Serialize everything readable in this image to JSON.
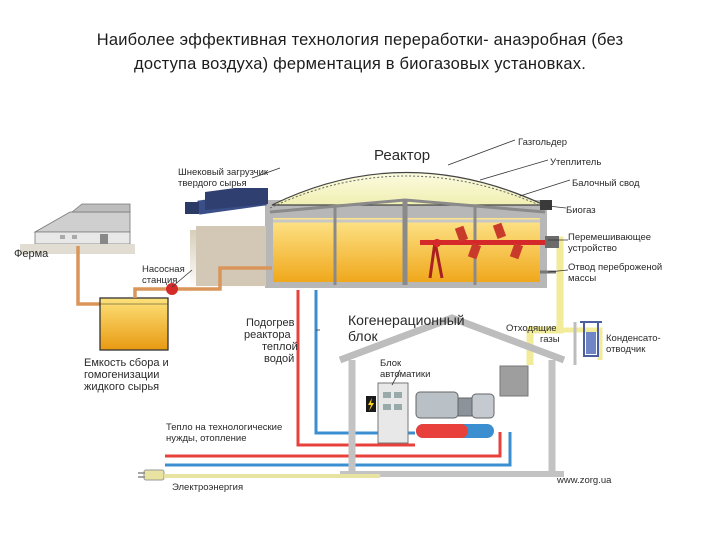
{
  "title": {
    "line1": "Наиболее эффективная технология переработки- анаэробная (без",
    "line2": "доступа воздуха) ферментация в биогазовых установках."
  },
  "labels": {
    "reactor": "Реактор",
    "gasholder": "Газгольдер",
    "insulation": "Утеплитель",
    "beam_vault": "Балочный свод",
    "biogas": "Биогаз",
    "mixer_1": "Перемешивающее",
    "mixer_2": "устройство",
    "outlet_1": "Отвод переброженой",
    "outlet_2": "массы",
    "screw_loader_1": "Шнековый загрузчик",
    "screw_loader_2": "твердого сырья",
    "farm": "Ферма",
    "pump_1": "Насосная",
    "pump_2": "станция",
    "tank_1": "Емкость сбора и",
    "tank_2": "гомогенизации",
    "tank_3": "жидкого сырья",
    "heating_1": "Подогрев",
    "heating_2": "реактора",
    "heating_3": "теплой",
    "heating_4": "водой",
    "cogen_1": "Когенерационный",
    "cogen_2": "блок",
    "exhaust_1": "Отходящие",
    "exhaust_2": "газы",
    "condensate_1": "Конденсато-",
    "condensate_2": "отводчик",
    "automation_1": "Блок",
    "automation_2": "автоматики",
    "heat_out_1": "Тепло на технологические",
    "heat_out_2": "нужды, отопление",
    "electricity": "Электроэнергия",
    "website": "www.zorg.ua"
  },
  "colors": {
    "substrate": "#f3b024",
    "substrate_light": "#fde48a",
    "dome": "#f7f6c4",
    "hot_pipe": "#e8413b",
    "cold_pipe": "#3b8fd1",
    "feed_pipe": "#d9955a",
    "gas_pipe": "#f2ec9a",
    "ground": "#cfc4b2"
  },
  "icons": [
    "farm-building-icon",
    "pump-icon",
    "mixer-icon",
    "generator-icon",
    "lightning-icon",
    "condensate-trap-icon",
    "electric-plug-icon"
  ]
}
